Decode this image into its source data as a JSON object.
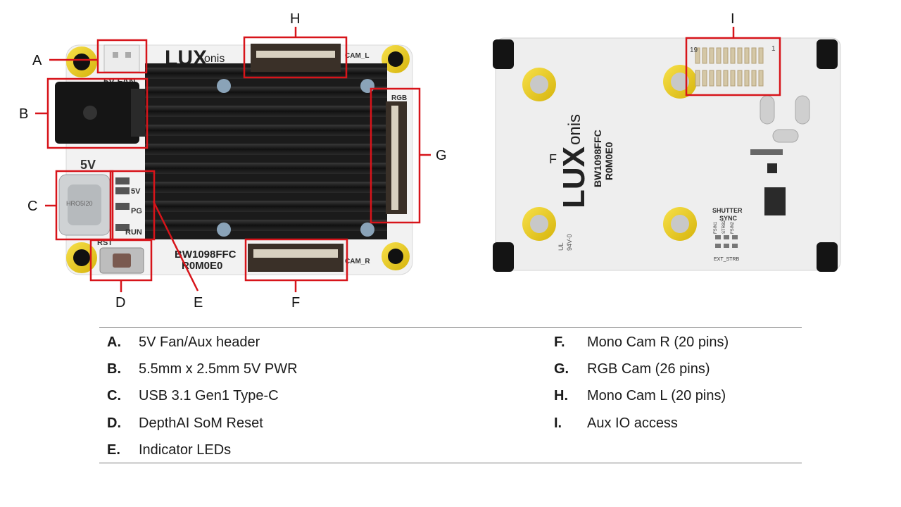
{
  "callouts": {
    "A": "A",
    "B": "B",
    "C": "C",
    "D": "D",
    "E": "E",
    "F": "F",
    "G": "G",
    "H": "H",
    "I": "I"
  },
  "board_front": {
    "brand_lux": "LUX",
    "brand_onis": "onis",
    "model": "BW1098FFC",
    "revision": "R0M0E0",
    "fan_label": "5V FAN",
    "pwr_label": "5V",
    "cam_l": "CAM_L",
    "cam_r": "CAM_R",
    "rgb": "RGB",
    "rst": "RST",
    "led_5v": "5V",
    "led_pg": "PG",
    "led_run": "RUN",
    "usb_text": "HRO5I20"
  },
  "board_back": {
    "brand_lux": "LUX",
    "brand_onis": "onis",
    "model": "BW1098FFC",
    "revision": "R0M0E0",
    "pin19": "19",
    "pin1": "1",
    "shutter": "SHUTTER",
    "sync": "SYNC",
    "ext_strb": "EXT_STRB",
    "fsin1": "FSIN1",
    "strb2": "STRB2",
    "fsin2": "FSIN2",
    "ul": "UL",
    "v0": "94V-0",
    "f_mark": "F"
  },
  "legend": [
    {
      "key": "A.",
      "text": "5V Fan/Aux header"
    },
    {
      "key": "B.",
      "text": "5.5mm x 2.5mm 5V PWR"
    },
    {
      "key": "C.",
      "text": "USB 3.1 Gen1 Type-C"
    },
    {
      "key": "D.",
      "text": "DepthAI SoM Reset"
    },
    {
      "key": "E.",
      "text": "Indicator LEDs"
    },
    {
      "key": "F.",
      "text": "Mono Cam R (20 pins)"
    },
    {
      "key": "G.",
      "text": "RGB Cam (26 pins)"
    },
    {
      "key": "H.",
      "text": "Mono Cam L (20 pins)"
    },
    {
      "key": "I.",
      "text": "Aux IO access"
    }
  ],
  "colors": {
    "highlight": "#d7141a",
    "pcb": "#f2f2f2",
    "heatsink": "#1b1b1b",
    "standoff_yellow": "#f2d21b",
    "rule": "#7a7a7a"
  }
}
